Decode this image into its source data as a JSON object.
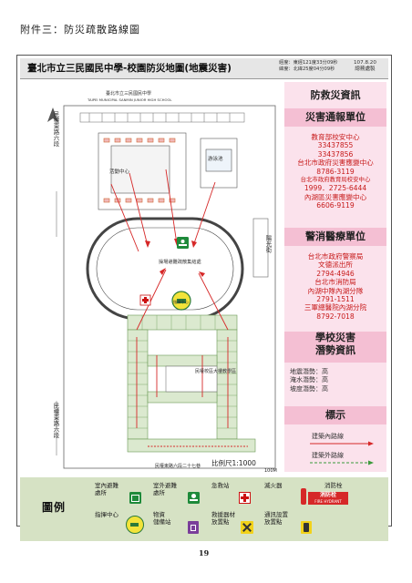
{
  "page_heading": "附件三：防災疏散路線圖",
  "title": "臺北市立三民國民中學-校園防災地圖(地震災害)",
  "coordinates": [
    "經度：東經121度33分09秒",
    "緯度：北緯25度04分09秒"
  ],
  "date": [
    "107.8.20",
    "總務處製"
  ],
  "info_panel": {
    "heading": "防救災資訊",
    "report_heading": "災害通報單位",
    "report_lines": [
      "教育部校安中心",
      "33437855",
      "33437856",
      "台北市政府災害應變中心",
      "8786-3119",
      "台北市政府教育局校安中心",
      "1999．2725-6444",
      "內湖區災害應變中心",
      "6606-9119"
    ],
    "police_heading": "警消醫療單位",
    "police_lines": [
      "台北市政府警察局",
      "文德派出所",
      "2794-4946",
      "台北市消防局",
      "內湖中隊內湖分隊",
      "2791-1511",
      "三軍總醫院內湖分院",
      "8792-7018"
    ],
    "potential_heading": [
      "學校災害",
      "潛勢資訊"
    ],
    "potential_lines": [
      "地震潛勢：高",
      "淹水潛勢：高",
      "坡度潛勢：高"
    ],
    "marker_heading": "標示",
    "route_in": "建築內路線",
    "route_out": "建築外路線"
  },
  "map": {
    "school_cn": "臺北市立三民國民中學",
    "school_en": "TAIPEI MUNICIPAL SANMIN JUNIOR HIGH SCHOOL",
    "activity_center": "活動中心",
    "pool": "游泳池",
    "refuge": "操場避難疏散集結處",
    "command": "指揮中心",
    "building": "民權校區大樓教學區",
    "road_left_top": "民權東路六段",
    "road_left_bottom": "民權東路六段",
    "road_right": "陽光街",
    "road_bottom": "民權東路六段二十七巷",
    "scale": "比例尺1:1000",
    "scale_num": "100M",
    "colors": {
      "route": "#d62828",
      "pink_panel": "#fbe2ec",
      "legend_bg": "#d6e2c4"
    }
  },
  "legend": {
    "title": "圖例",
    "items": [
      {
        "label": [
          "室內避難",
          "處所"
        ],
        "icon": "indoor-shelter-icon"
      },
      {
        "label": [
          "室外避難",
          "處所"
        ],
        "icon": "outdoor-shelter-icon"
      },
      {
        "label": [
          "急救站"
        ],
        "icon": "first-aid-icon"
      },
      {
        "label": [
          "滅火器"
        ],
        "icon": "fire-extinguisher-icon"
      },
      {
        "label": [
          "消防栓"
        ],
        "icon": "fire-hydrant-icon",
        "badge": [
          "消防栓",
          "FIRE HYDRANT"
        ]
      },
      {
        "label": [
          "指揮中心"
        ],
        "icon": "command-center-icon"
      },
      {
        "label": [
          "物資",
          "儲備站"
        ],
        "icon": "supply-station-icon"
      },
      {
        "label": [
          "救援器材",
          "放置點"
        ],
        "icon": "rescue-equipment-icon"
      },
      {
        "label": [
          "通訊設置",
          "放置點"
        ],
        "icon": "communication-icon"
      }
    ]
  },
  "page_number": "19"
}
